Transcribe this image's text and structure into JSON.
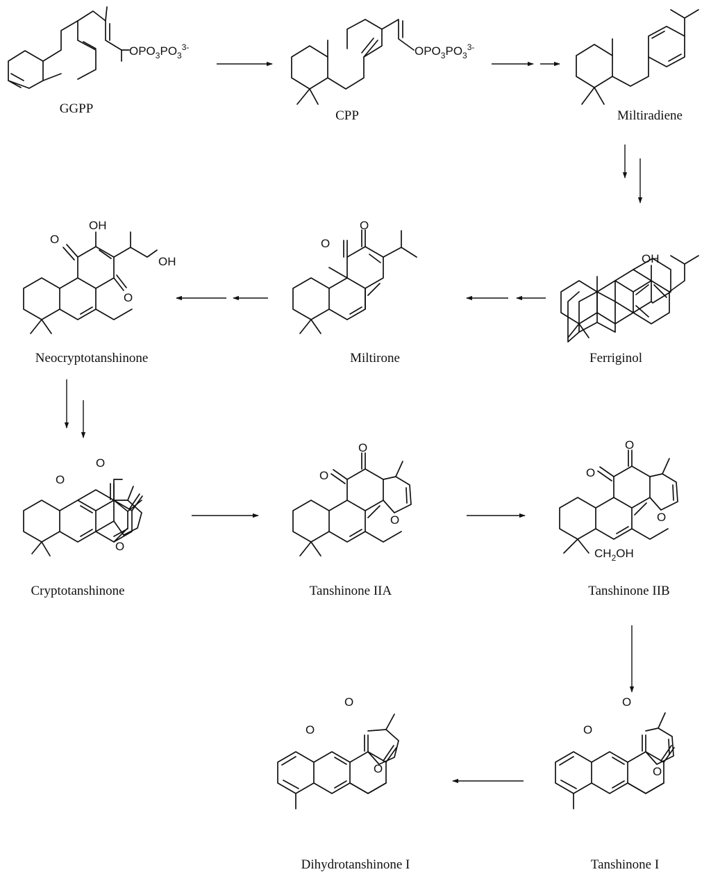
{
  "compounds": {
    "ggpp": {
      "name": "GGPP"
    },
    "cpp": {
      "name": "CPP"
    },
    "miltiradiene": {
      "name": "Miltiradiene"
    },
    "ferriginol": {
      "name": "Ferriginol"
    },
    "miltirone": {
      "name": "Miltirone"
    },
    "neocryptotanshinone": {
      "name": "Neocryptotanshinone"
    },
    "cryptotanshinone": {
      "name": "Cryptotanshinone"
    },
    "tanshinone_iia": {
      "name": "Tanshinone IIA"
    },
    "tanshinone_iib": {
      "name": "Tanshinone IIB"
    },
    "tanshinone_i": {
      "name": "Tanshinone I"
    },
    "dihydrotanshinone_i": {
      "name": "Dihydrotanshinone I"
    }
  },
  "labels": {
    "opp_base": "OPO",
    "opp_sub": "3",
    "opp_mid": "PO",
    "opp_charge": "3-",
    "oxygen": "O",
    "hydroxyl": "OH",
    "ch2oh_a": "CH",
    "ch2oh_sub": "2",
    "ch2oh_b": "OH"
  }
}
